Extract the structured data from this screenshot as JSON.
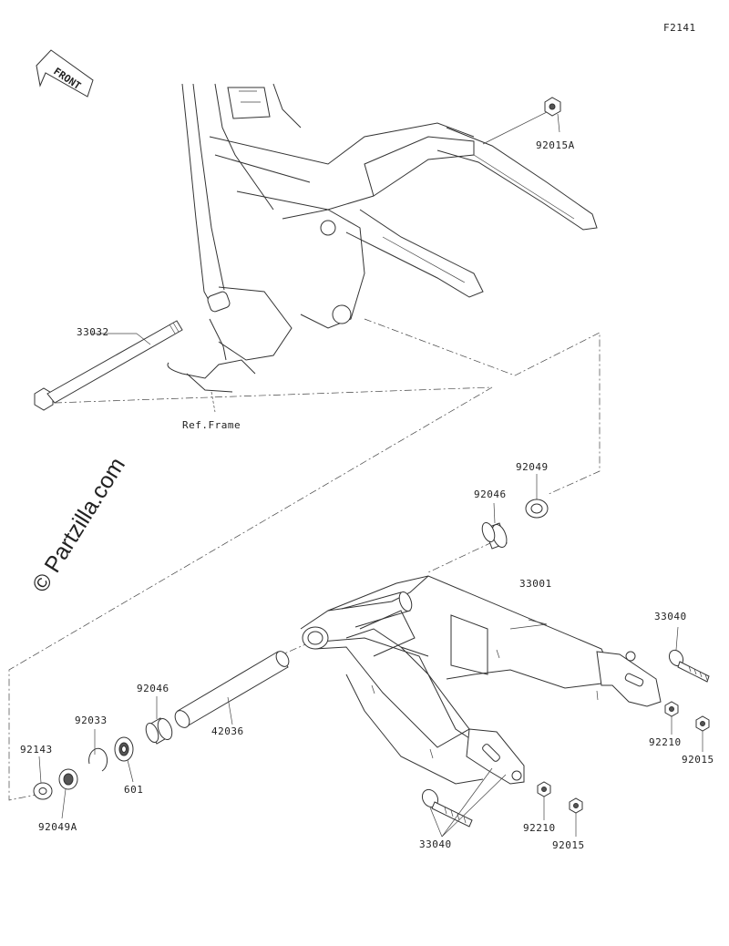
{
  "diagram": {
    "code": "F2141",
    "front_label": "FRONT",
    "watermark": "© Partzilla.com",
    "ref_label": "Ref.Frame",
    "parts": {
      "p92015a": "92015A",
      "p33032": "33032",
      "p92049_top": "92049",
      "p92046_top": "92046",
      "p33001": "33001",
      "p33040_right": "33040",
      "p92046_left": "92046",
      "p42036": "42036",
      "p92033": "92033",
      "p92143": "92143",
      "p601": "601",
      "p92049a": "92049A",
      "p92210_right": "92210",
      "p92015_right": "92015",
      "p92210_bottom": "92210",
      "p92015_bottom": "92015",
      "p33040_bottom": "33040"
    }
  }
}
